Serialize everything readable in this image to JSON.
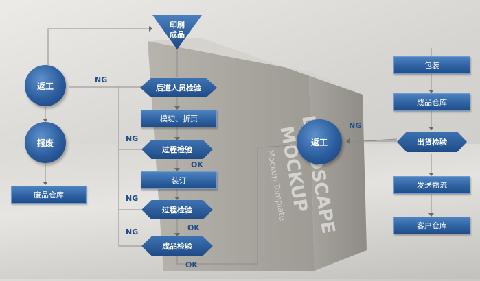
{
  "nodes": {
    "print_finished": "印刷\n成品",
    "post_inspection": "后道人员检验",
    "die_cut_fold": "模切、折页",
    "process_check_1": "过程检验",
    "binding": "装订",
    "process_check_2": "过程检验",
    "finished_check": "成品检验",
    "rework_left": "返工",
    "scrap": "报废",
    "scrap_warehouse": "废品仓库",
    "packaging": "包装",
    "finished_warehouse": "成品仓库",
    "shipping_check": "出货检验",
    "rework_right": "返工",
    "logistics": "发送物流",
    "customer_warehouse": "客户仓库"
  },
  "labels": {
    "ng_1": "NG",
    "ng_2": "NG",
    "ng_3": "NG",
    "ng_4": "NG",
    "ng_right": "NG",
    "ok_1": "OK",
    "ok_2": "OK",
    "ok_3": "OK"
  },
  "background": {
    "book_title_1": "LANDSCAPE",
    "book_title_2": "MOCKUP",
    "book_subtitle": "Mockup Template"
  },
  "colors": {
    "node_blue": "#2f62a3",
    "label_blue": "#1f4d88"
  }
}
